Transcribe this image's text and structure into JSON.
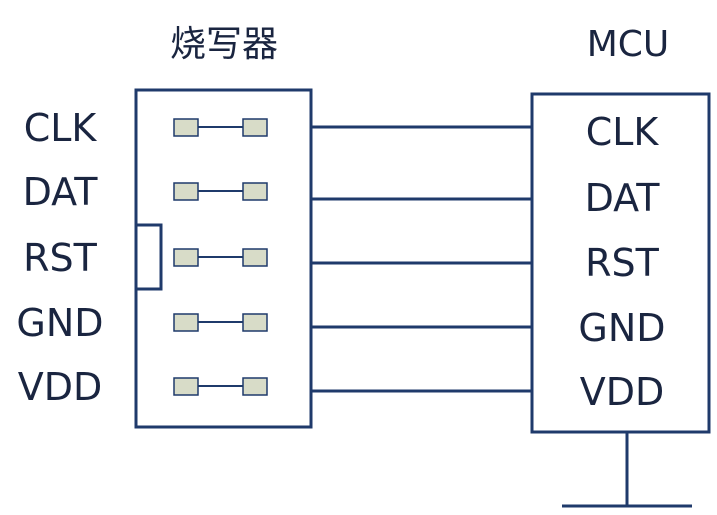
{
  "programmer": {
    "title": "烧写器",
    "pins": [
      "CLK",
      "DAT",
      "RST",
      "GND",
      "VDD"
    ]
  },
  "mcu": {
    "title": "MCU",
    "pins": [
      "CLK",
      "DAT",
      "RST",
      "GND",
      "VDD"
    ]
  },
  "colors": {
    "line": "#1f3a6b",
    "text": "#1a2540",
    "pad": "#d8dcc8"
  }
}
